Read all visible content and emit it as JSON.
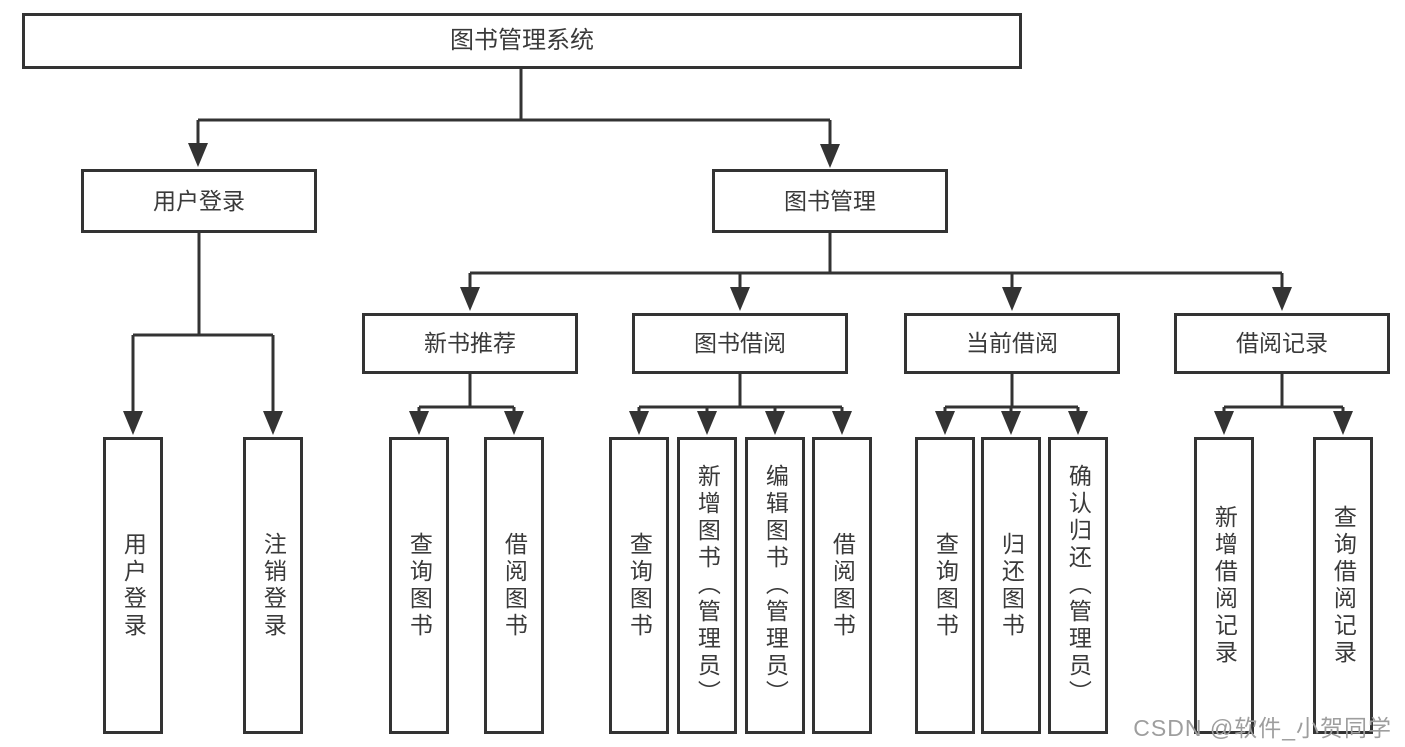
{
  "diagram": {
    "root": "图书管理系统",
    "level2": {
      "user_login": "用户登录",
      "book_management": "图书管理"
    },
    "level3": {
      "new_books": "新书推荐",
      "borrowing": "图书借阅",
      "current": "当前借阅",
      "records": "借阅记录"
    },
    "leaves": {
      "user_login": [
        "用户登录",
        "注销登录"
      ],
      "new_books": [
        "查询图书",
        "借阅图书"
      ],
      "borrowing": [
        "查询图书",
        "新增图书（管理员）",
        "编辑图书（管理员）",
        "借阅图书"
      ],
      "current": [
        "查询图书",
        "归还图书",
        "确认归还（管理员）"
      ],
      "records": [
        "新增借阅记录",
        "查询借阅记录"
      ]
    }
  },
  "watermark": "CSDN @软件_小贺同学",
  "colors": {
    "line": "#333333",
    "text": "#3a3a3a",
    "watermark": "#9e9e9e",
    "background": "#ffffff"
  }
}
